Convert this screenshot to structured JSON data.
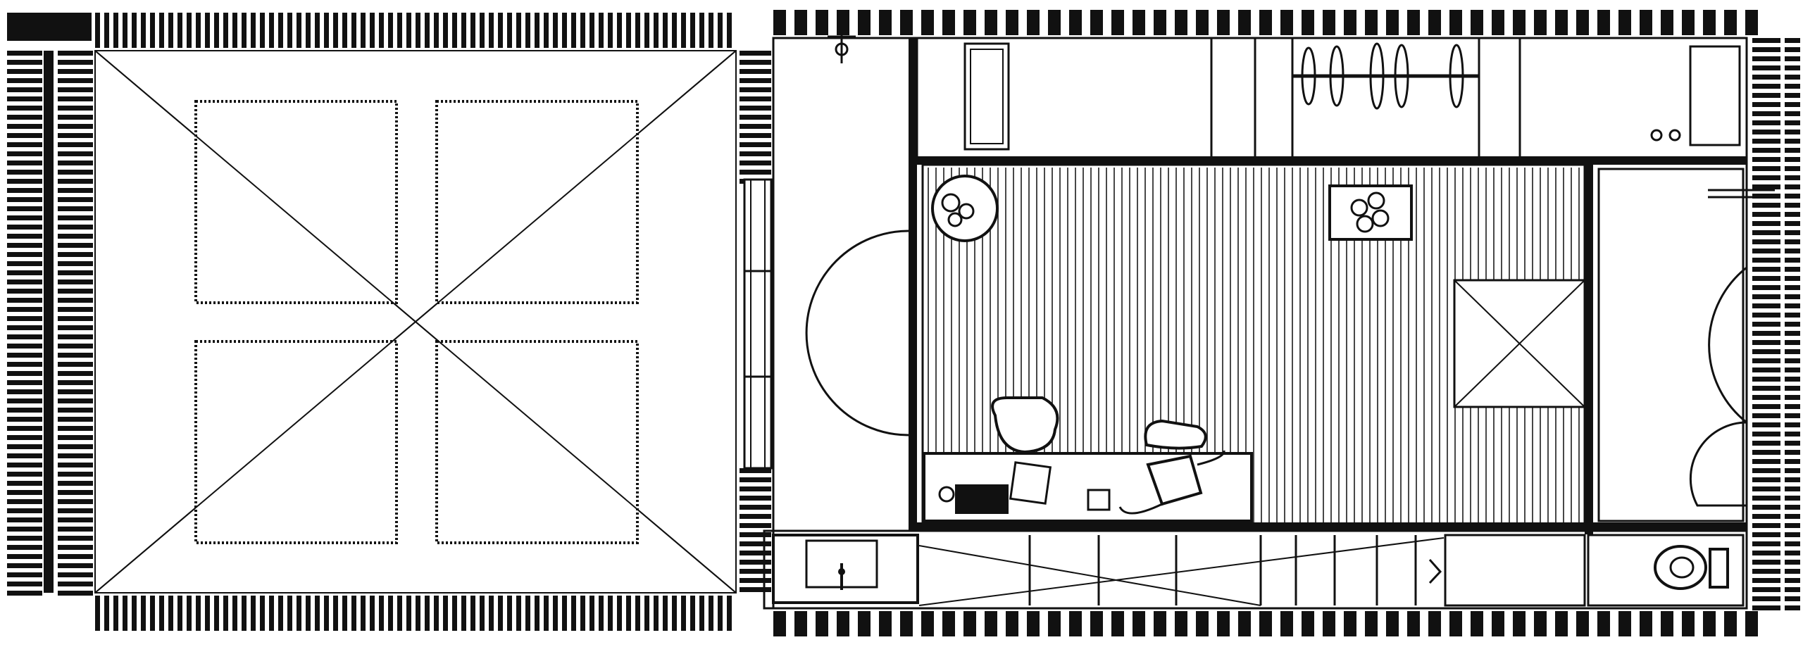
{
  "diagram": {
    "kind": "floor-plan",
    "colors": {
      "ink": "#111111",
      "paper": "#ffffff",
      "floor_stripe": "#1a1a1a"
    },
    "rooms": [
      {
        "id": "open-courtyard",
        "icons": [
          "skylight-cross-icon"
        ]
      },
      {
        "id": "entry-corridor",
        "icons": [
          "pendant-lamp-icon"
        ]
      },
      {
        "id": "bedroom-studio",
        "icons": [
          "round-table-icon",
          "flower-tray-icon",
          "chair-icon",
          "cat-icon",
          "desk-icon"
        ]
      },
      {
        "id": "wardrobe",
        "icons": [
          "hanger-icon"
        ]
      },
      {
        "id": "bathroom",
        "icons": [
          "toilet-icon",
          "sink-icon"
        ]
      },
      {
        "id": "stair-corridor",
        "icons": [
          "stair-arrow-icon"
        ]
      }
    ]
  }
}
